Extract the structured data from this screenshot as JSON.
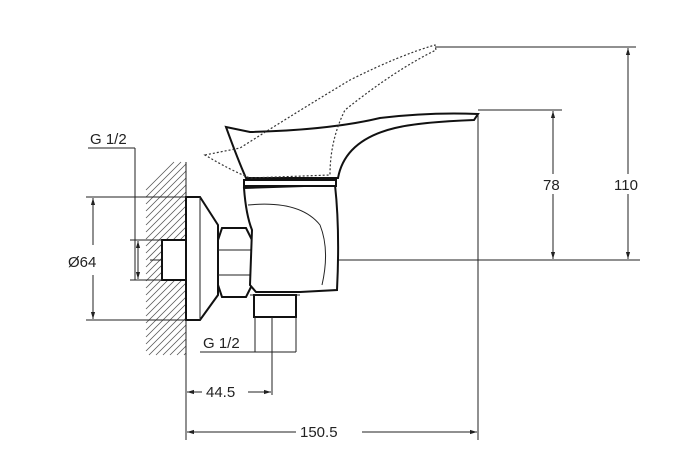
{
  "drawing": {
    "labels": {
      "inlet_thread": "G 1/2",
      "flange_diameter": "Ø64",
      "outlet_thread": "G 1/2",
      "wall_to_outlet": "44.5",
      "overall_length": "150.5",
      "handle_height": "78",
      "raised_handle_height": "110"
    }
  }
}
